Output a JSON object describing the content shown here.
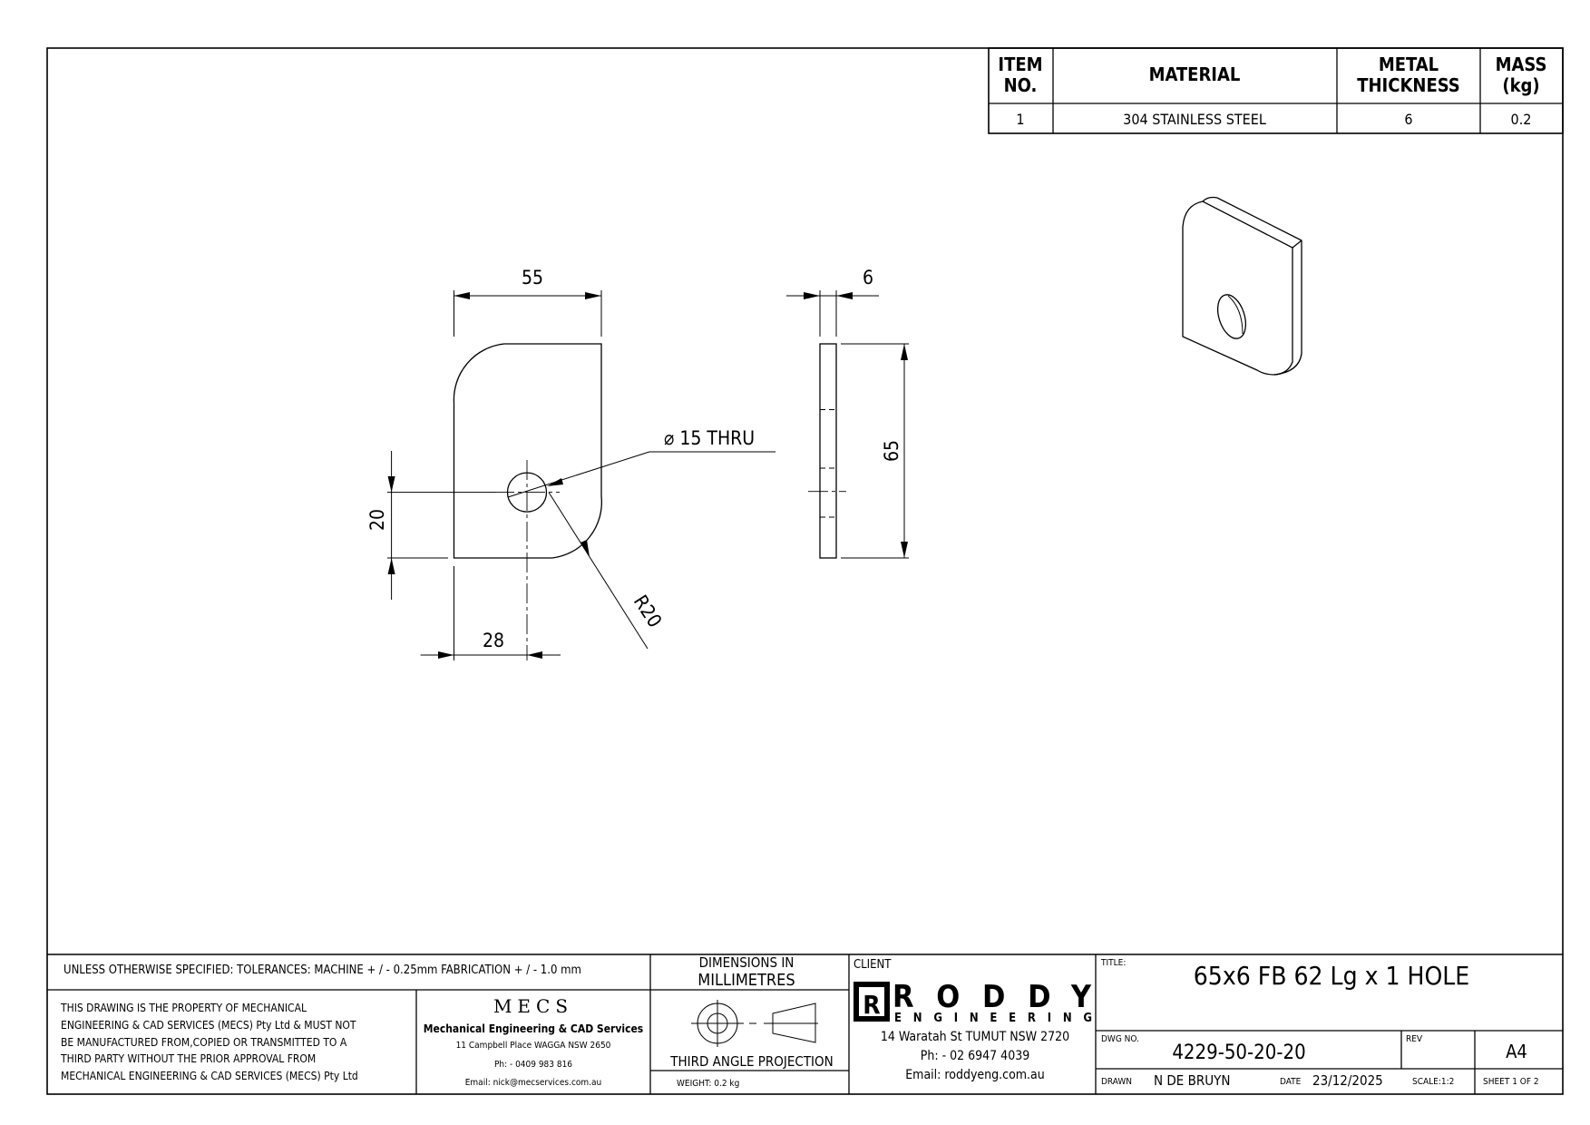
{
  "bom": {
    "headers": {
      "item_no_1": "ITEM",
      "item_no_2": "NO.",
      "material": "MATERIAL",
      "thickness_1": "METAL",
      "thickness_2": "THICKNESS",
      "mass_1": "MASS",
      "mass_2": "(kg)"
    },
    "rows": [
      {
        "item": "1",
        "material": "304 STAINLESS STEEL",
        "thickness": "6",
        "mass": "0.2"
      }
    ]
  },
  "dimensions": {
    "width": "55",
    "thickness": "6",
    "height": "65",
    "hole_from_bottom": "20",
    "hole_from_left": "28",
    "hole_callout": "⌀ 15 THRU",
    "radius": "R20"
  },
  "title_block": {
    "tolerances": "UNLESS OTHERWISE SPECIFIED: TOLERANCES: MACHINE + / - 0.25mm  FABRICATION + / - 1.0 mm",
    "units_1": "DIMENSIONS IN",
    "units_2": "MILLIMETRES",
    "property_lines": [
      "THIS DRAWING IS THE PROPERTY OF MECHANICAL",
      "ENGINEERING & CAD SERVICES (MECS) Pty Ltd & MUST NOT",
      "BE MANUFACTURED FROM,COPIED OR TRANSMITTED TO A",
      "THIRD PARTY WITHOUT THE PRIOR APPROVAL FROM",
      "MECHANICAL ENGINEERING & CAD SERVICES (MECS) Pty Ltd"
    ],
    "mecs": {
      "logo": "MECS",
      "name": "Mechanical Engineering & CAD Services",
      "address": "11 Campbell Place WAGGA NSW 2650",
      "phone": "Ph: - 0409 983 816",
      "email": "Email: nick@mecservices.com.au"
    },
    "projection": "THIRD ANGLE PROJECTION",
    "weight": "WEIGHT: 0.2 kg",
    "client_label": "CLIENT",
    "client": {
      "logo_main": "RODDY",
      "logo_sub": "ENGINEERING",
      "address": "14 Waratah St TUMUT NSW 2720",
      "phone": "Ph: - 02 6947 4039",
      "email": "Email: roddyeng.com.au"
    },
    "title_label": "TITLE:",
    "title": "65x6 FB 62 Lg x 1 HOLE",
    "dwg_label": "DWG NO.",
    "dwg_no": "4229-50-20-20",
    "rev_label": "REV",
    "size": "A4",
    "drawn_label": "DRAWN",
    "drawn_by": "N DE BRUYN",
    "date_label": "DATE",
    "date": "23/12/2025",
    "scale": "SCALE:1:2",
    "sheet": "SHEET 1 OF 2"
  }
}
